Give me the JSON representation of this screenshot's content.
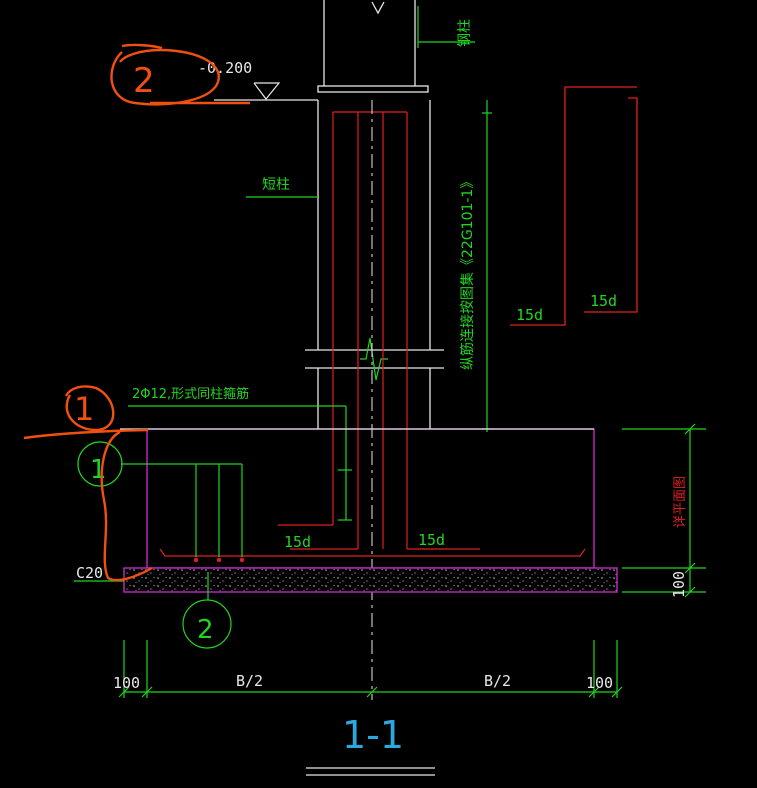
{
  "colors": {
    "background": "#000000",
    "white": "#e8e8e8",
    "green": "#22d422",
    "red": "#e02020",
    "magenta": "#d22bd2",
    "cyan": "#2aa8e0",
    "orange": "#f05010",
    "hatch": "#8a8a8a"
  },
  "labels": {
    "steel_column": "钢柱",
    "elevation": "-0.200",
    "short_column": "短柱",
    "rebar_note": "纵筋连接按图集《22G101-1》",
    "fifteen_d_right_a": "15d",
    "fifteen_d_right_b": "15d",
    "stirrup_note": "2Φ12,形式同柱箍筋",
    "fifteen_d_left": "15d",
    "fifteen_d_mid": "15d",
    "height_note": "详平面图",
    "concrete_grade": "C20",
    "bottom_thickness": "100",
    "dim_left_100": "100",
    "dim_left_half": "B/2",
    "dim_right_half": "B/2",
    "dim_right_100": "100",
    "section_title": "1-1",
    "callout_1": "1",
    "callout_2": "2",
    "annotation_1": "1",
    "annotation_2": "2"
  }
}
